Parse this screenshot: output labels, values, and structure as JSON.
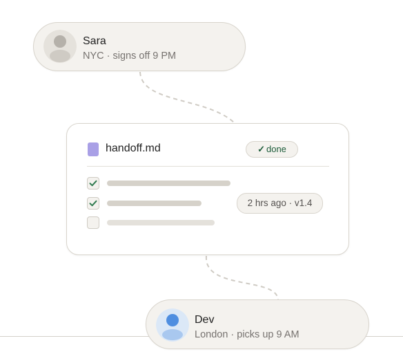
{
  "handoff": {
    "from": {
      "name": "Sara",
      "detail": "NYC · signs off 9 PM",
      "avatar_icon": "person-gray-icon",
      "avatar_color": "#b5b1aa"
    },
    "to": {
      "name": "Dev",
      "detail": "London · picks up 9 AM",
      "avatar_icon": "person-blue-icon",
      "avatar_color": "#4f8ee0"
    },
    "document": {
      "file_name": "handoff.md",
      "file_icon": "document-icon",
      "file_color": "#a9a0e6",
      "status_icon": "checkmark-icon",
      "status_label": "done",
      "status_color": "#1d5c3a",
      "meta": "2 hrs ago · v1.4",
      "tasks": [
        {
          "checked": true
        },
        {
          "checked": true
        },
        {
          "checked": false
        }
      ]
    }
  },
  "colors": {
    "card_bg": "#f4f2ee",
    "border": "#d8d4cc",
    "connector": "#cfcbc4",
    "check": "#2f7a4f"
  }
}
